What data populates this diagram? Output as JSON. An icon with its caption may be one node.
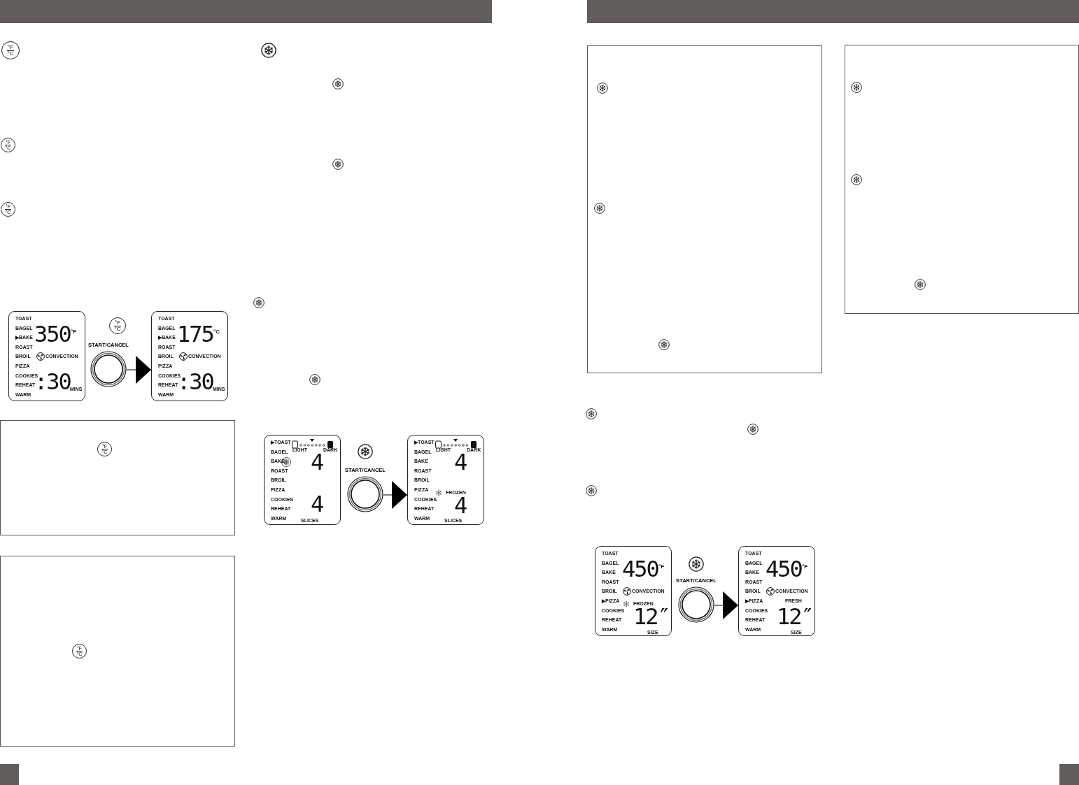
{
  "diagram": {
    "nodes": [
      {
        "text": [
          "°F",
          "°C"
        ]
      },
      {
        "text": [
          "°F",
          "°C"
        ]
      },
      {
        "text": [
          "°F",
          "°C"
        ]
      },
      {
        "text": [
          "TOAST",
          "BAGEL",
          "▶BAKE",
          "ROAST",
          "BROIL",
          "PIZZA",
          "COOKIES",
          "REHEAT",
          "WARM",
          "350",
          "°F",
          "CONVECTION",
          ":30",
          "MINS"
        ]
      },
      {
        "text": [
          "°F",
          "°C"
        ]
      },
      {
        "text": [
          "START/CANCEL"
        ]
      },
      {
        "text": [
          "TOAST",
          "BAGEL",
          "▶BAKE",
          "ROAST",
          "BROIL",
          "PIZZA",
          "COOKIES",
          "REHEAT",
          "WARM",
          "175",
          "°C",
          "CONVECTION",
          ":30",
          "MINS"
        ]
      },
      {
        "text": [],
        "shape": "box"
      },
      {
        "text": [
          "°F",
          "°C"
        ],
        "in": 7
      },
      {
        "text": [],
        "shape": "box"
      },
      {
        "text": [
          "°F",
          "°C"
        ],
        "in": 9
      },
      {
        "text": [
          "▶TOAST",
          "BAGEL",
          "BAKE",
          "ROAST",
          "BROIL",
          "PIZZA",
          "COOKIES",
          "REHEAT",
          "WARM",
          "LIGHT",
          "DARK",
          "4",
          "4",
          "SLICES"
        ]
      },
      {
        "text": [
          "START/CANCEL"
        ]
      },
      {
        "text": [
          "▶TOAST",
          "BAGEL",
          "BAKE",
          "ROAST",
          "BROIL",
          "PIZZA",
          "COOKIES",
          "REHEAT",
          "WARM",
          "LIGHT",
          "DARK",
          "4",
          "FROZEN",
          "4",
          "SLICES"
        ]
      },
      {
        "text": [],
        "shape": "box"
      },
      {
        "text": [],
        "shape": "box"
      },
      {
        "text": [
          "TOAST",
          "BAGEL",
          "BAKE",
          "ROAST",
          "BROIL",
          "▶PIZZA",
          "COOKIES",
          "REHEAT",
          "WARM",
          "450",
          "°F",
          "CONVECTION",
          "FROZEN",
          "12″",
          "SIZE"
        ]
      },
      {
        "text": [
          "START/CANCEL"
        ]
      },
      {
        "text": [
          "TOAST",
          "BAGEL",
          "BAKE",
          "ROAST",
          "BROIL",
          "▶PIZZA",
          "COOKIES",
          "REHEAT",
          "WARM",
          "450",
          "°F",
          "CONVECTION",
          "FRESH",
          "12″",
          "SIZE"
        ]
      }
    ],
    "edges": [
      {
        "from": 5,
        "to": 6,
        "arrow": "to"
      },
      {
        "from": 12,
        "to": 13,
        "arrow": "to"
      },
      {
        "from": 17,
        "to": 18,
        "arrow": "to"
      }
    ]
  }
}
